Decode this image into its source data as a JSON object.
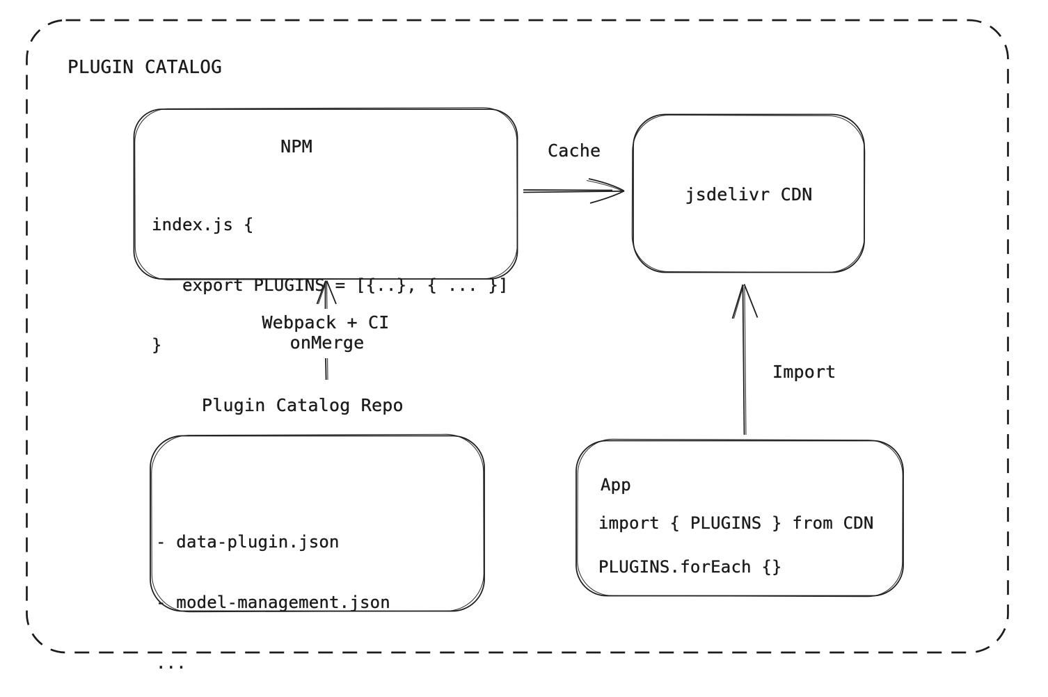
{
  "colors": {
    "stroke": "#1e1e1e",
    "text": "#1b1b1b",
    "background": "#ffffff"
  },
  "diagram": {
    "title": "PLUGIN CATALOG",
    "nodes": {
      "npm": {
        "title": "NPM",
        "code_lines": [
          "index.js {",
          "   export PLUGINS = [{..}, { ... }]",
          "}"
        ]
      },
      "cdn": {
        "label": "jsdelivr CDN"
      },
      "repo": {
        "heading": "Plugin Catalog Repo",
        "files": [
          "- data-plugin.json",
          "- model-management.json",
          "..."
        ]
      },
      "app": {
        "title": "App",
        "code_lines": [
          "import { PLUGINS } from CDN",
          "PLUGINS.forEach {}"
        ]
      }
    },
    "edges": {
      "cache": {
        "label": "Cache",
        "from": "npm",
        "to": "cdn"
      },
      "build": {
        "label_lines": [
          "Webpack + CI",
          "onMerge"
        ],
        "from": "repo",
        "to": "npm"
      },
      "import": {
        "label": "Import",
        "from": "app",
        "to": "cdn"
      }
    }
  }
}
